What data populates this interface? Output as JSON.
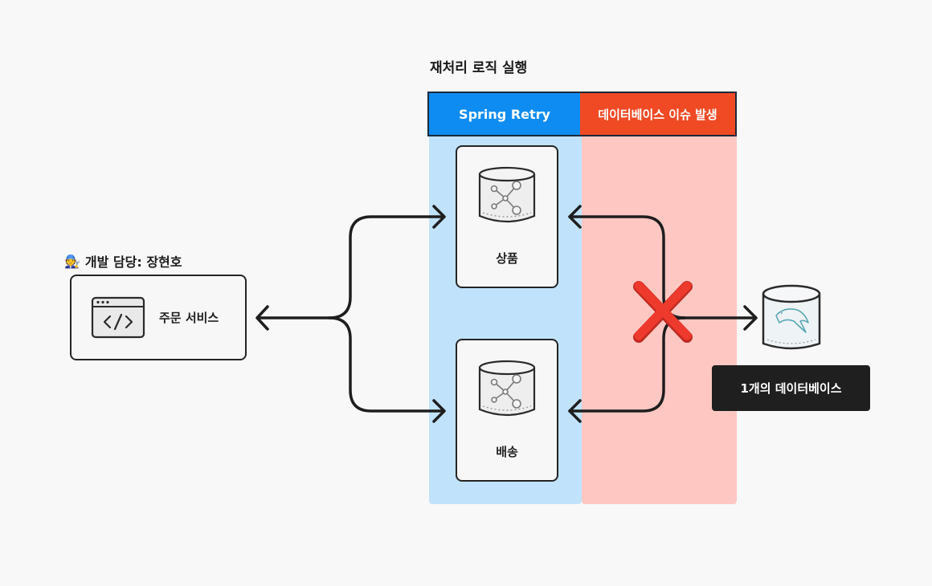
{
  "diagram": {
    "top_title": "재처리 로직 실행",
    "dev_owner": {
      "emoji": "🧑‍🔧",
      "label": "개발 담당: 장현호"
    },
    "order_service": {
      "label": "주문 서비스",
      "icon": "code-window-icon"
    },
    "columns": {
      "retry_header": "Spring Retry",
      "db_issue_header": "데이터베이스 이슈 발생"
    },
    "services": [
      {
        "label": "상품",
        "icon": "database-graph-icon"
      },
      {
        "label": "배송",
        "icon": "database-graph-icon"
      }
    ],
    "database": {
      "label": "1개의 데이터베이스",
      "icon": "mysql-database-icon"
    },
    "failure_marker": "red-x-icon",
    "colors": {
      "retry_header": "#0e8cf1",
      "retry_bg": "#c0e2fb",
      "issue_header": "#f04a25",
      "issue_bg": "#ffc7c2",
      "failure_x": "#ee3a2c",
      "badge_bg": "#1f1f1f"
    }
  }
}
